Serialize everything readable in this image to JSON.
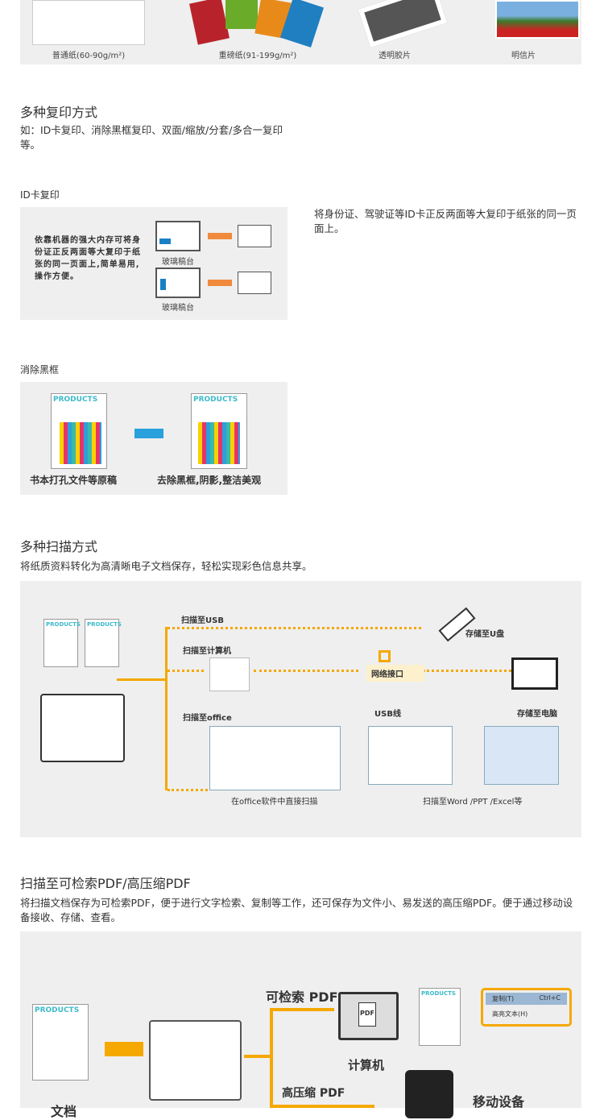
{
  "paper_types": [
    {
      "label": "普通纸(60-90g/m²)"
    },
    {
      "label": "重磅纸(91-199g/m²)"
    },
    {
      "label": "透明胶片"
    },
    {
      "label": "明信片"
    }
  ],
  "copy": {
    "title": "多种复印方式",
    "desc": "如：ID卡复印、消除黑框复印、双面/缩放/分套/多合一复印等。",
    "id_card": {
      "title": "ID卡复印",
      "panel_text": "依靠机器的强大内存可将身份证正反两面等大复印于纸张的同一页面上,简单易用,操作方便。",
      "glass_label": "玻璃稿台",
      "side_text": "将身份证、驾驶证等ID卡正反两面等大复印于纸张的同一页面上。"
    },
    "erase": {
      "title": "消除黑框",
      "products": "PRODUCTS",
      "before": "书本打孔文件等原稿",
      "after": "去除黑框,阴影,整洁美观"
    }
  },
  "scan": {
    "title": "多种扫描方式",
    "desc": "将纸质资料转化为高清晰电子文档保存，轻松实现彩色信息共享。",
    "products": "PRODUCTS",
    "to_usb": "扫描至USB",
    "to_pc": "扫描至计算机",
    "to_office": "扫描至office",
    "save_usb": "存储至U盘",
    "network": "网络接口",
    "usb_cable": "USB线",
    "save_pc": "存储至电脑",
    "office_direct": "在office软件中直接扫描",
    "to_word": "扫描至Word /PPT /Excel等"
  },
  "pdf": {
    "title": "扫描至可检索PDF/高压缩PDF",
    "desc": "将扫描文档保存为可检索PDF，便于进行文字检索、复制等工作，还可保存为文件小、易发送的高压缩PDF。便于通过移动设备接收、存储、查看。",
    "products": "PRODUCTS",
    "searchable": "可检索 PDF",
    "pdf_icon": "PDF",
    "computer": "计算机",
    "menu_copy": "复制(T)",
    "menu_shortcut": "Ctrl+C",
    "menu_highlight": "高亮文本(H)",
    "compressed": "高压缩 PDF",
    "mobile": "移动设备",
    "document": "文档"
  },
  "colors": {
    "accent": "#f5a800",
    "arrow": "#f08a3c",
    "blue": "#2aa0dc"
  }
}
